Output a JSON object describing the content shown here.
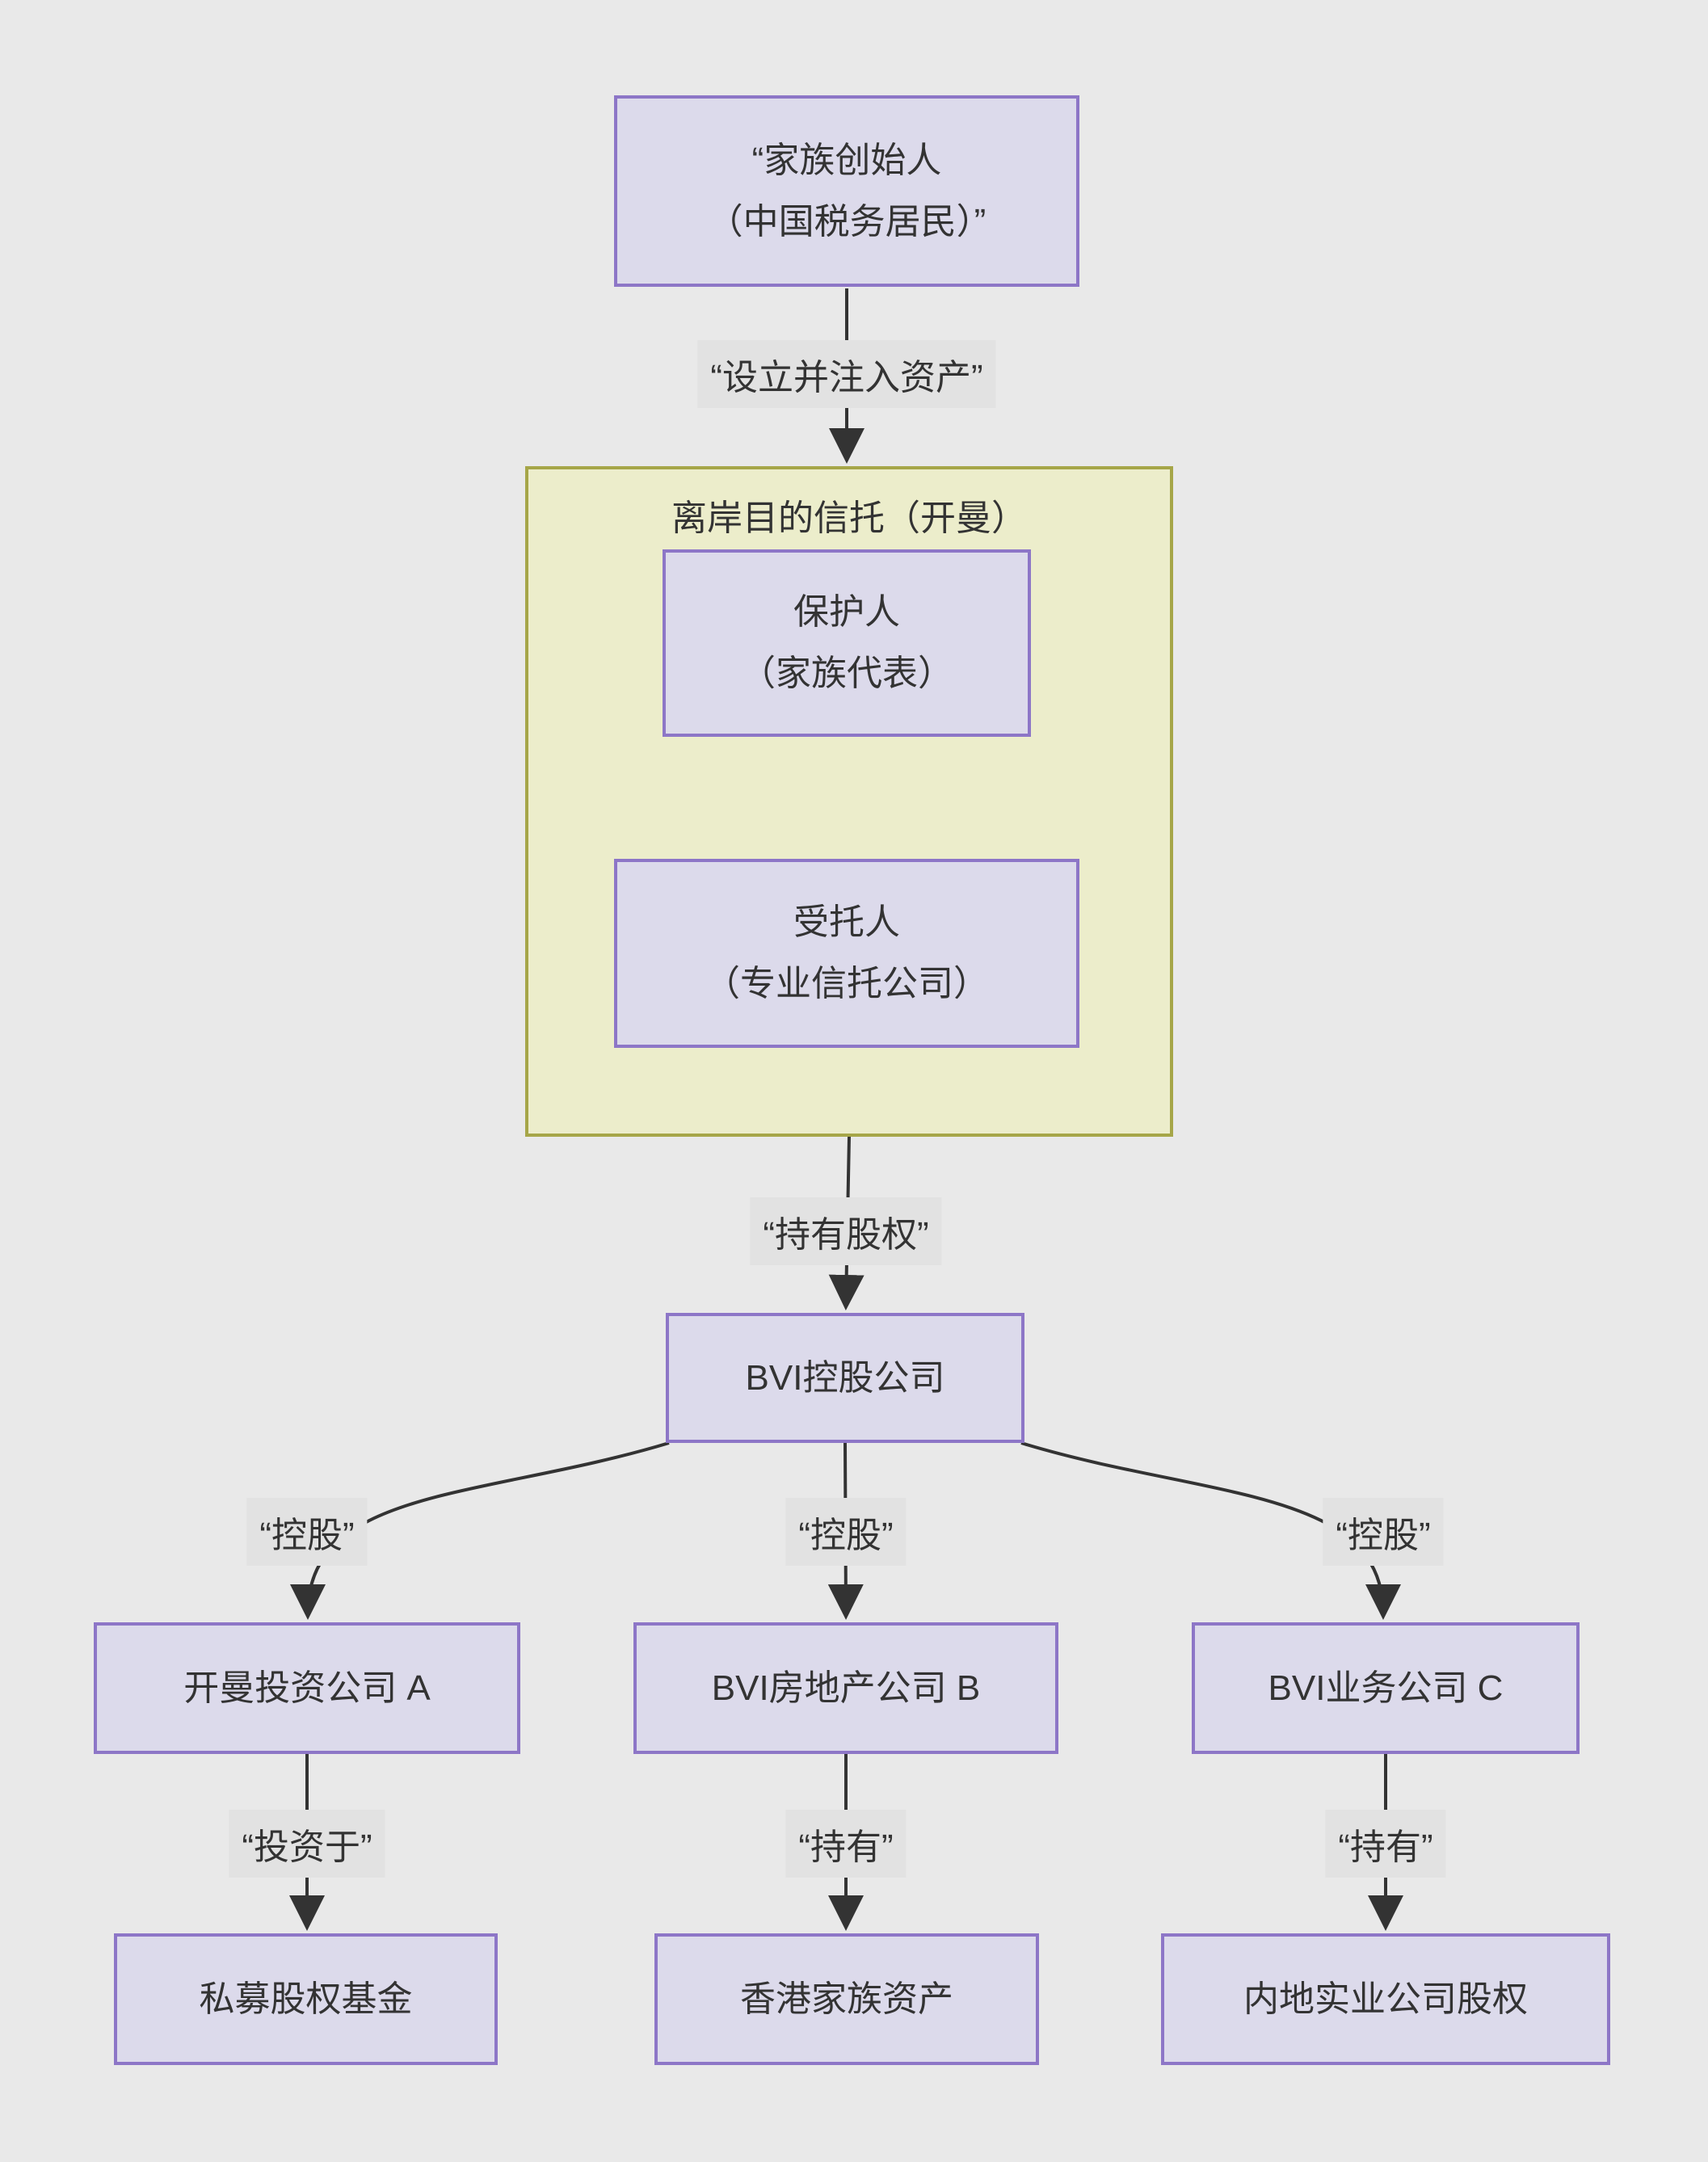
{
  "diagram": {
    "type": "flowchart-top-down",
    "background_color": "#e9e9e9",
    "colors": {
      "node_fill": "#dcdaeb",
      "node_border": "#8d76c7",
      "subgraph_fill": "#ecedcb",
      "subgraph_border": "#a6a648",
      "edge_label_bg": "#e2e2e2",
      "text": "#333333",
      "arrow": "#333333"
    },
    "nodes": {
      "founder": {
        "lines": [
          "“家族创始人",
          "（中国税务居民）”"
        ]
      },
      "trust_container": {
        "title": "离岸目的信托（开曼）"
      },
      "protector": {
        "lines": [
          "保护人",
          "（家族代表）"
        ]
      },
      "trustee": {
        "lines": [
          "受托人",
          "（专业信托公司）"
        ]
      },
      "bvi_holding": {
        "label": "BVI控股公司"
      },
      "cayman_invest_a": {
        "label": "开曼投资公司 A"
      },
      "bvi_realestate_b": {
        "label": "BVI房地产公司 B"
      },
      "bvi_business_c": {
        "label": "BVI业务公司 C"
      },
      "pe_fund": {
        "label": "私募股权基金"
      },
      "hk_assets": {
        "label": "香港家族资产"
      },
      "mainland_equity": {
        "label": "内地实业公司股权"
      }
    },
    "edge_labels": {
      "establish": "“设立并注入资产”",
      "hold_equity": "“持有股权”",
      "control_a": "“控股”",
      "control_b": "“控股”",
      "control_c": "“控股”",
      "invest_in": "“投资于”",
      "hold_b": "“持有”",
      "hold_c": "“持有”"
    }
  }
}
